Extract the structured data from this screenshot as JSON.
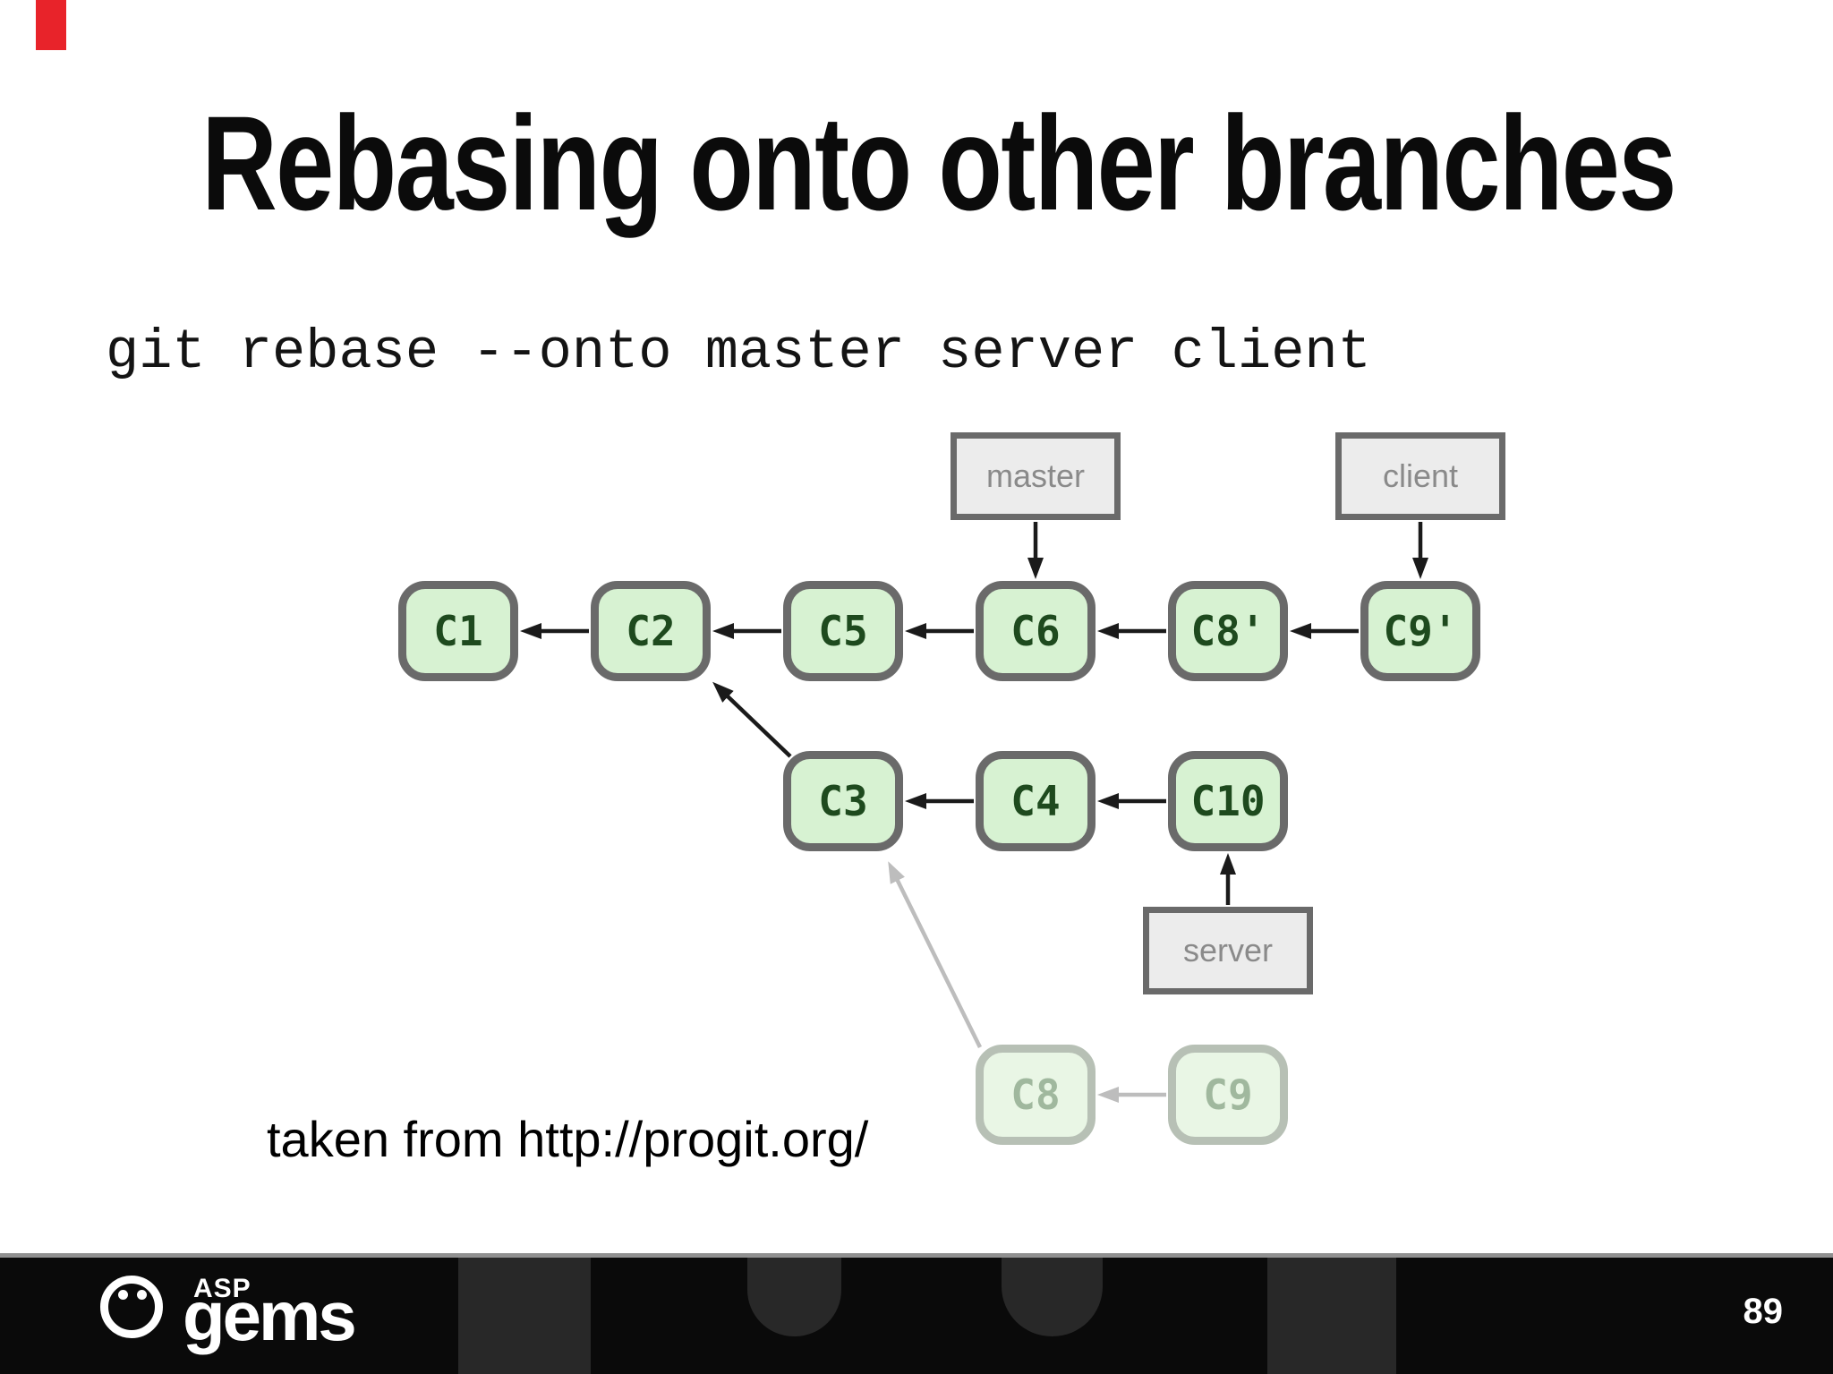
{
  "slide": {
    "title": "Rebasing onto other branches",
    "command": "git rebase --onto master server client",
    "credit": "taken from http://progit.org/"
  },
  "diagram": {
    "branches": {
      "master": "master",
      "client": "client",
      "server": "server"
    },
    "nodes": {
      "c1": "C1",
      "c2": "C2",
      "c5": "C5",
      "c6": "C6",
      "c8p": "C8'",
      "c9p": "C9'",
      "c3": "C3",
      "c4": "C4",
      "c10": "C10",
      "c8": "C8",
      "c9": "C9"
    }
  },
  "footer": {
    "logo_top": "ASP",
    "logo_name": "gems",
    "page_number": "89"
  },
  "colors": {
    "node_fill": "#d7f2d2",
    "node_border": "#6a6a6a",
    "node_text": "#1e4a1e",
    "faded_node_fill": "#e9f6e5",
    "faded_node_border": "#b7c0b5",
    "faded_node_text": "#a0b89e",
    "branch_box_fill": "#ececec",
    "branch_box_border": "#6a6a6a",
    "branch_box_text": "#8a8a8a",
    "arrow": "#1a1a1a",
    "arrow_faded": "#bdbdbd",
    "footer_background": "#0a0a0a",
    "corner_marker": "#e8232a"
  }
}
